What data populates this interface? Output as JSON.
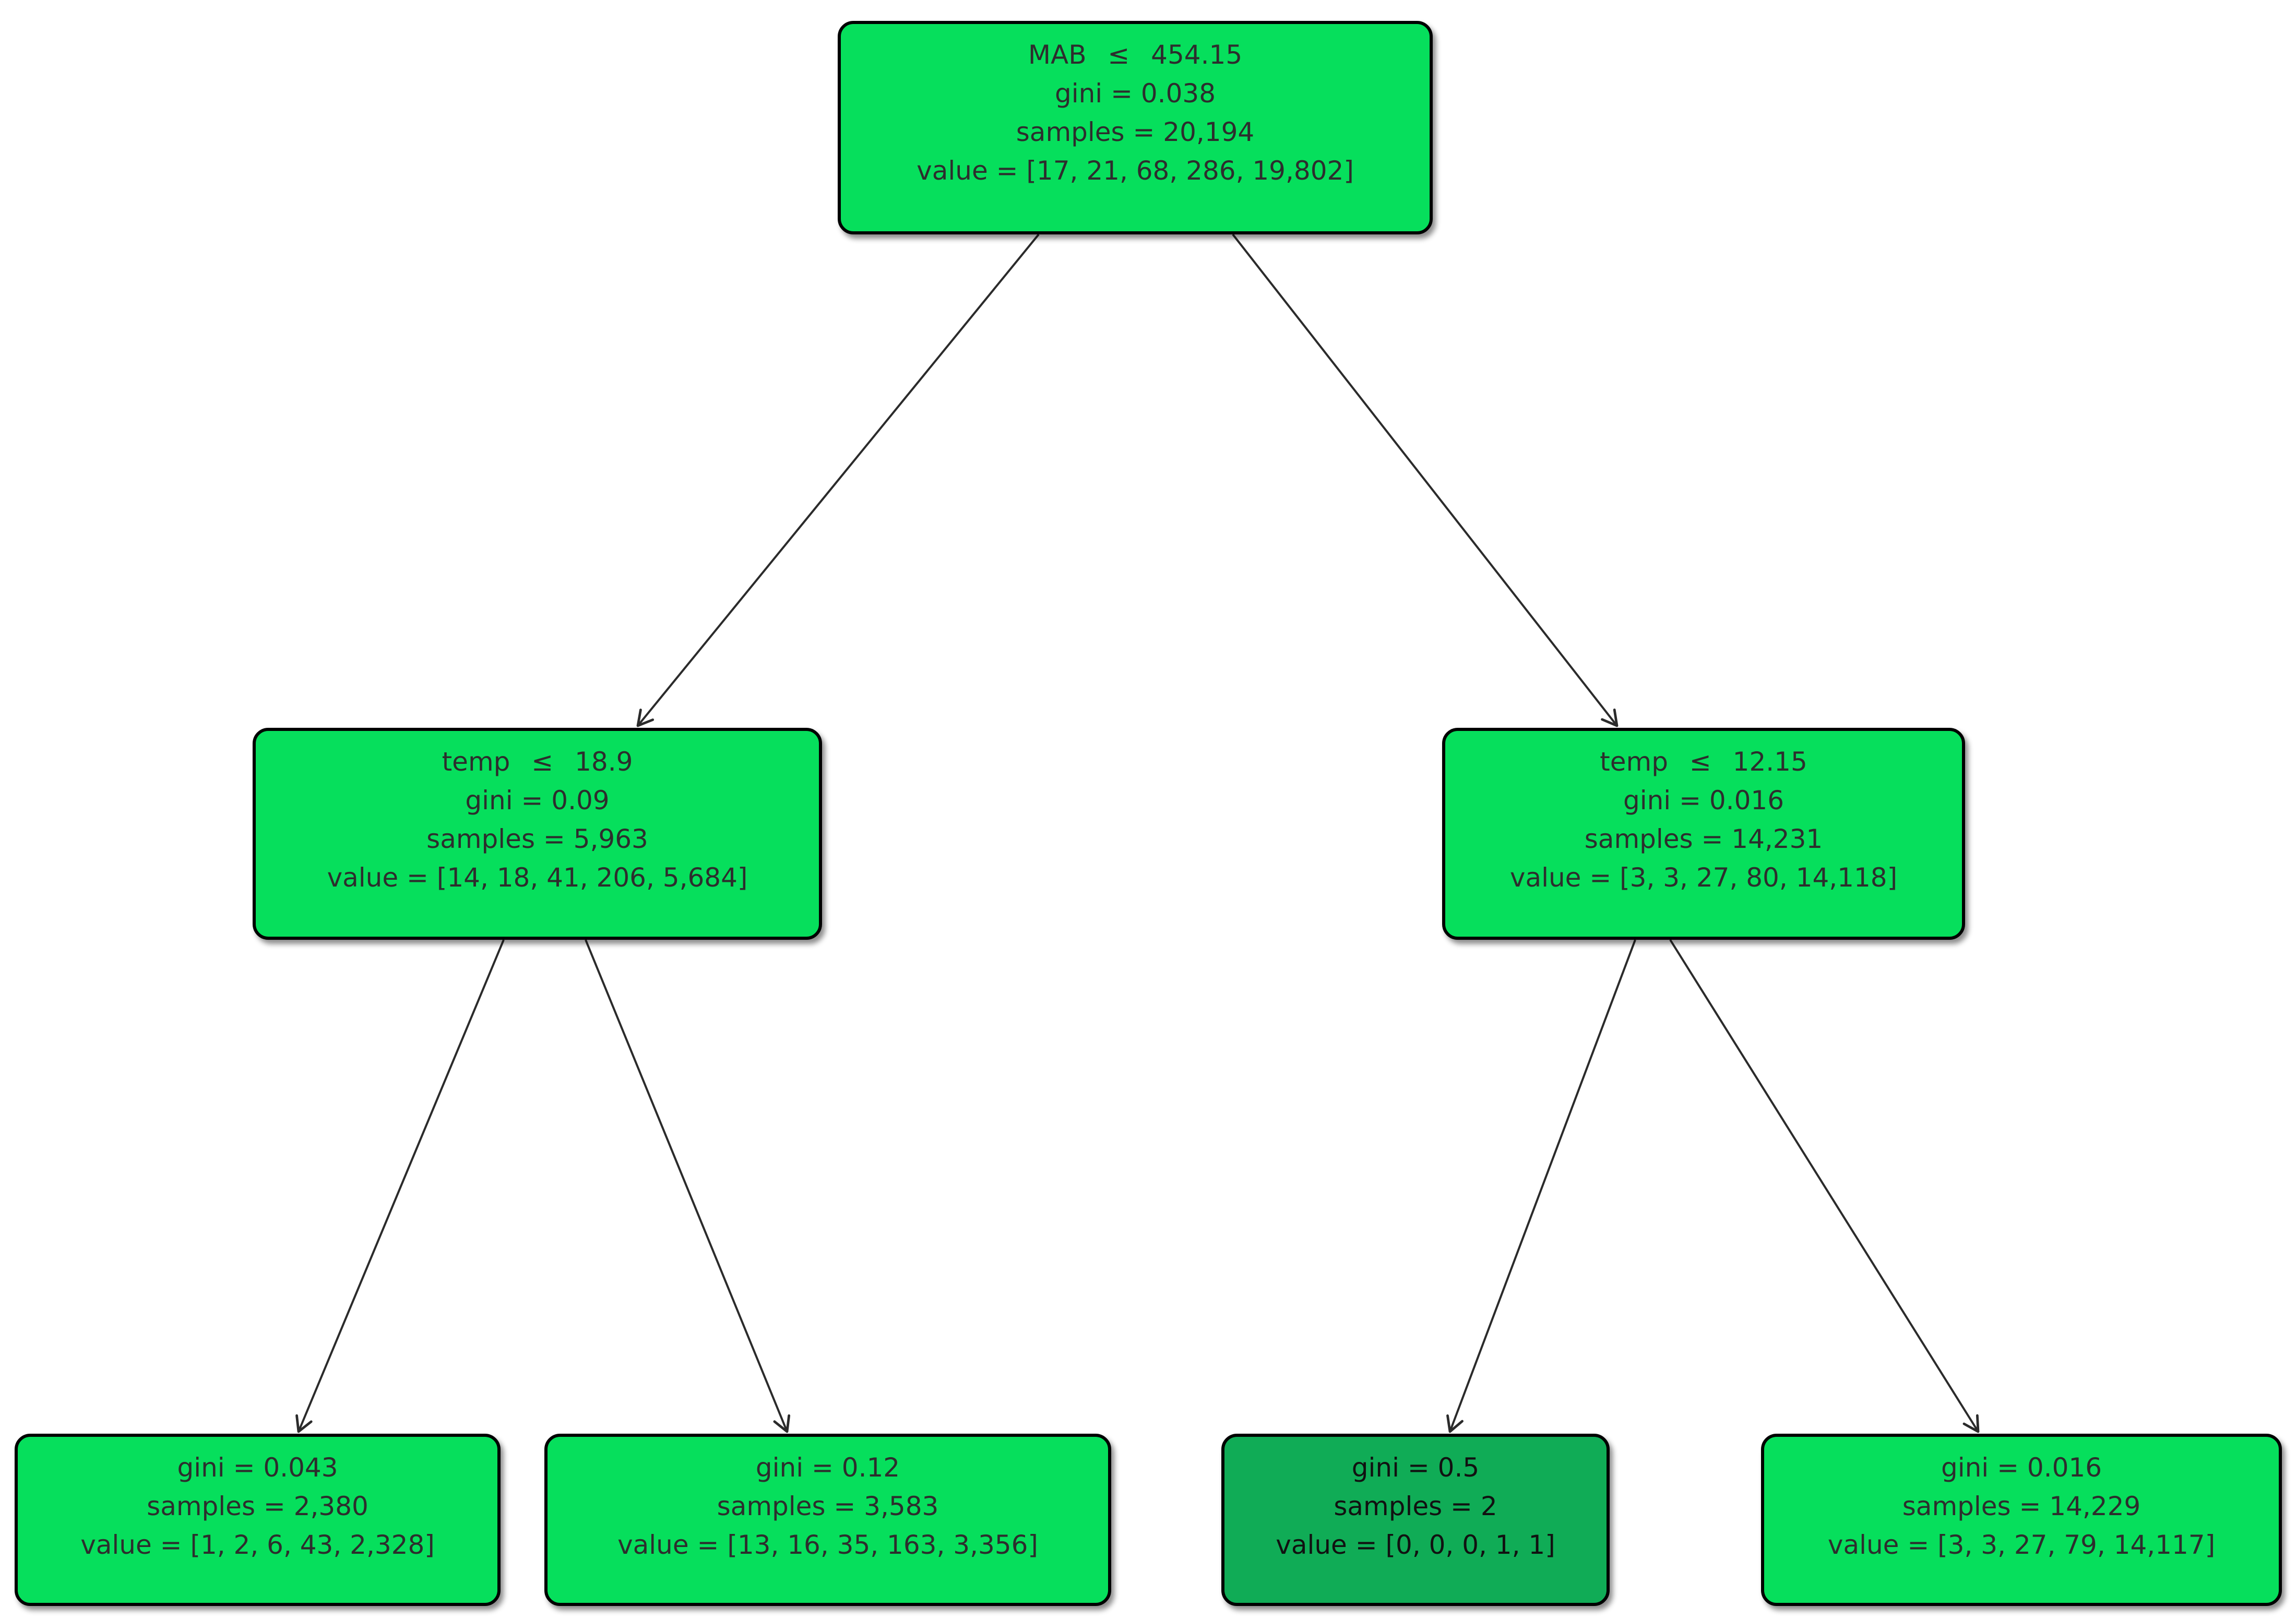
{
  "figure": {
    "background": "#ffffff",
    "palette": {
      "node_green_bright": "#06df5c",
      "node_green_dark": "#10ac56",
      "node_border": "#000000",
      "edge_color": "#2b2b2b",
      "text_color": "#2d2d2d"
    }
  },
  "tree": {
    "nodes": [
      {
        "id": "root",
        "condition": "MAB  ≤  454.15",
        "gini": "gini = 0.038",
        "samples": "samples = 20,194",
        "value": "value = [17, 21, 68, 286, 19,802]",
        "fill": "#06df5c"
      },
      {
        "id": "left-internal",
        "condition": "temp  ≤  18.9",
        "gini": "gini = 0.09",
        "samples": "samples = 5,963",
        "value": "value = [14, 18, 41, 206, 5,684]",
        "fill": "#06df5c"
      },
      {
        "id": "right-internal",
        "condition": "temp  ≤  12.15",
        "gini": "gini = 0.016",
        "samples": "samples = 14,231",
        "value": "value = [3, 3, 27, 80, 14,118]",
        "fill": "#06df5c"
      },
      {
        "id": "leaf-1",
        "gini": "gini = 0.043",
        "samples": "samples = 2,380",
        "value": "value = [1, 2, 6, 43, 2,328]",
        "fill": "#06df5c"
      },
      {
        "id": "leaf-2",
        "gini": "gini = 0.12",
        "samples": "samples = 3,583",
        "value": "value = [13, 16, 35, 163, 3,356]",
        "fill": "#06df5c"
      },
      {
        "id": "leaf-3",
        "gini": "gini = 0.5",
        "samples": "samples = 2",
        "value": "value = [0, 0, 0, 1, 1]",
        "fill": "#10ac56"
      },
      {
        "id": "leaf-4",
        "gini": "gini = 0.016",
        "samples": "samples = 14,229",
        "value": "value = [3, 3, 27, 79, 14,117]",
        "fill": "#06df5c"
      }
    ]
  }
}
